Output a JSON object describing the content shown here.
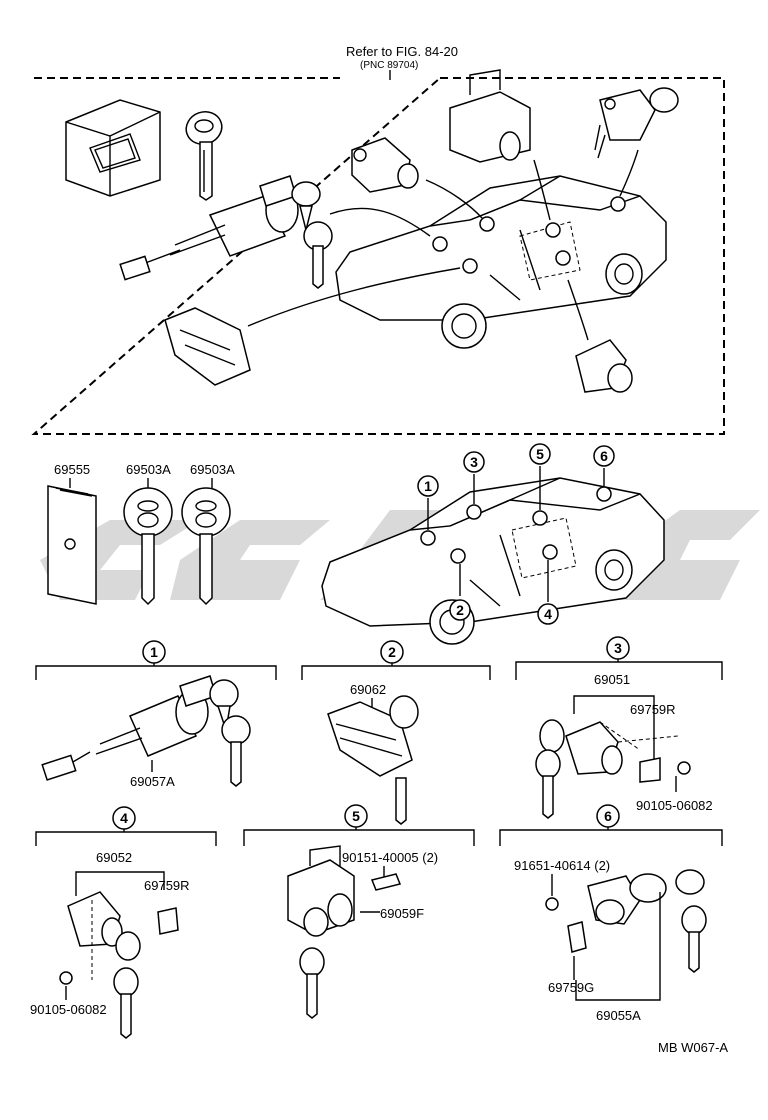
{
  "header": {
    "refer": "Refer to FIG. 84-20",
    "pnc": "(PNC 89704)"
  },
  "kit_parts": {
    "p1": "69555",
    "p2": "69503A",
    "p3": "69503A"
  },
  "location_callouts": [
    "1",
    "2",
    "3",
    "4",
    "5",
    "6"
  ],
  "groups": {
    "g1": {
      "num": "1",
      "parts": [
        "69057A"
      ]
    },
    "g2": {
      "num": "2",
      "parts": [
        "69062"
      ]
    },
    "g3": {
      "num": "3",
      "parts": [
        "69051",
        "69759R",
        "90105-06082"
      ]
    },
    "g4": {
      "num": "4",
      "parts": [
        "69052",
        "69759R",
        "90105-06082"
      ]
    },
    "g5": {
      "num": "5",
      "parts": [
        "90151-40005 (2)",
        "69059F"
      ]
    },
    "g6": {
      "num": "6",
      "parts": [
        "91651-40614 (2)",
        "69759G",
        "69055A"
      ]
    }
  },
  "footer": {
    "code": "MB  W067-A"
  },
  "colors": {
    "line": "#000000",
    "watermark": "#d9d9d9",
    "background": "#ffffff"
  }
}
